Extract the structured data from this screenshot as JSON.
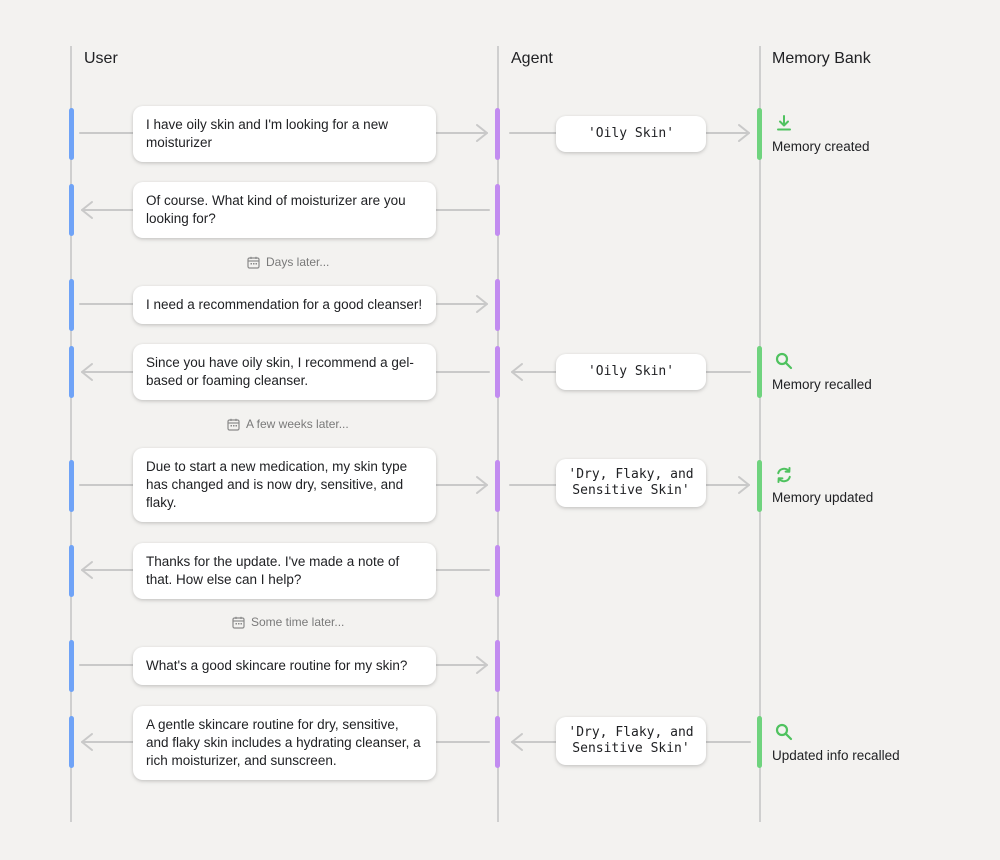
{
  "lanes": {
    "user": "User",
    "agent": "Agent",
    "memory": "Memory Bank"
  },
  "messages": [
    {
      "text": "I have oily skin and I'm looking for a new moisturizer",
      "direction": "to-agent"
    },
    {
      "text": "Of course. What kind of moisturizer are you looking for?",
      "direction": "to-user"
    },
    {
      "text": "I need a recommendation for a good cleanser!",
      "direction": "to-agent"
    },
    {
      "text": "Since you have oily skin, I recommend a gel-based or foaming cleanser.",
      "direction": "to-user"
    },
    {
      "text": "Due to start a new medication, my skin type has changed and is now dry, sensitive, and flaky.",
      "direction": "to-agent"
    },
    {
      "text": "Thanks for the update. I've made a note of that. How else can I help?",
      "direction": "to-user"
    },
    {
      "text": "What's a good skincare routine for my skin?",
      "direction": "to-agent"
    },
    {
      "text": "A gentle skincare routine for dry, sensitive, and flaky skin includes a hydrating cleanser, a rich moisturizer, and sunscreen.",
      "direction": "to-user"
    }
  ],
  "time_breaks": [
    "Days later...",
    "A few weeks later...",
    "Some time later..."
  ],
  "memory_events": [
    {
      "chip": "'Oily Skin'",
      "label": "Memory created",
      "icon": "download-icon"
    },
    {
      "chip": "'Oily Skin'",
      "label": "Memory recalled",
      "icon": "search-icon"
    },
    {
      "chip": "'Dry, Flaky, and Sensitive Skin'",
      "label": "Memory updated",
      "icon": "refresh-icon"
    },
    {
      "chip": "'Dry, Flaky, and Sensitive Skin'",
      "label": "Updated info recalled",
      "icon": "search-icon"
    }
  ],
  "colors": {
    "user": "#6fa3f7",
    "agent": "#c28cf0",
    "memory": "#6fd37e",
    "arrow": "#c9c9c9"
  }
}
